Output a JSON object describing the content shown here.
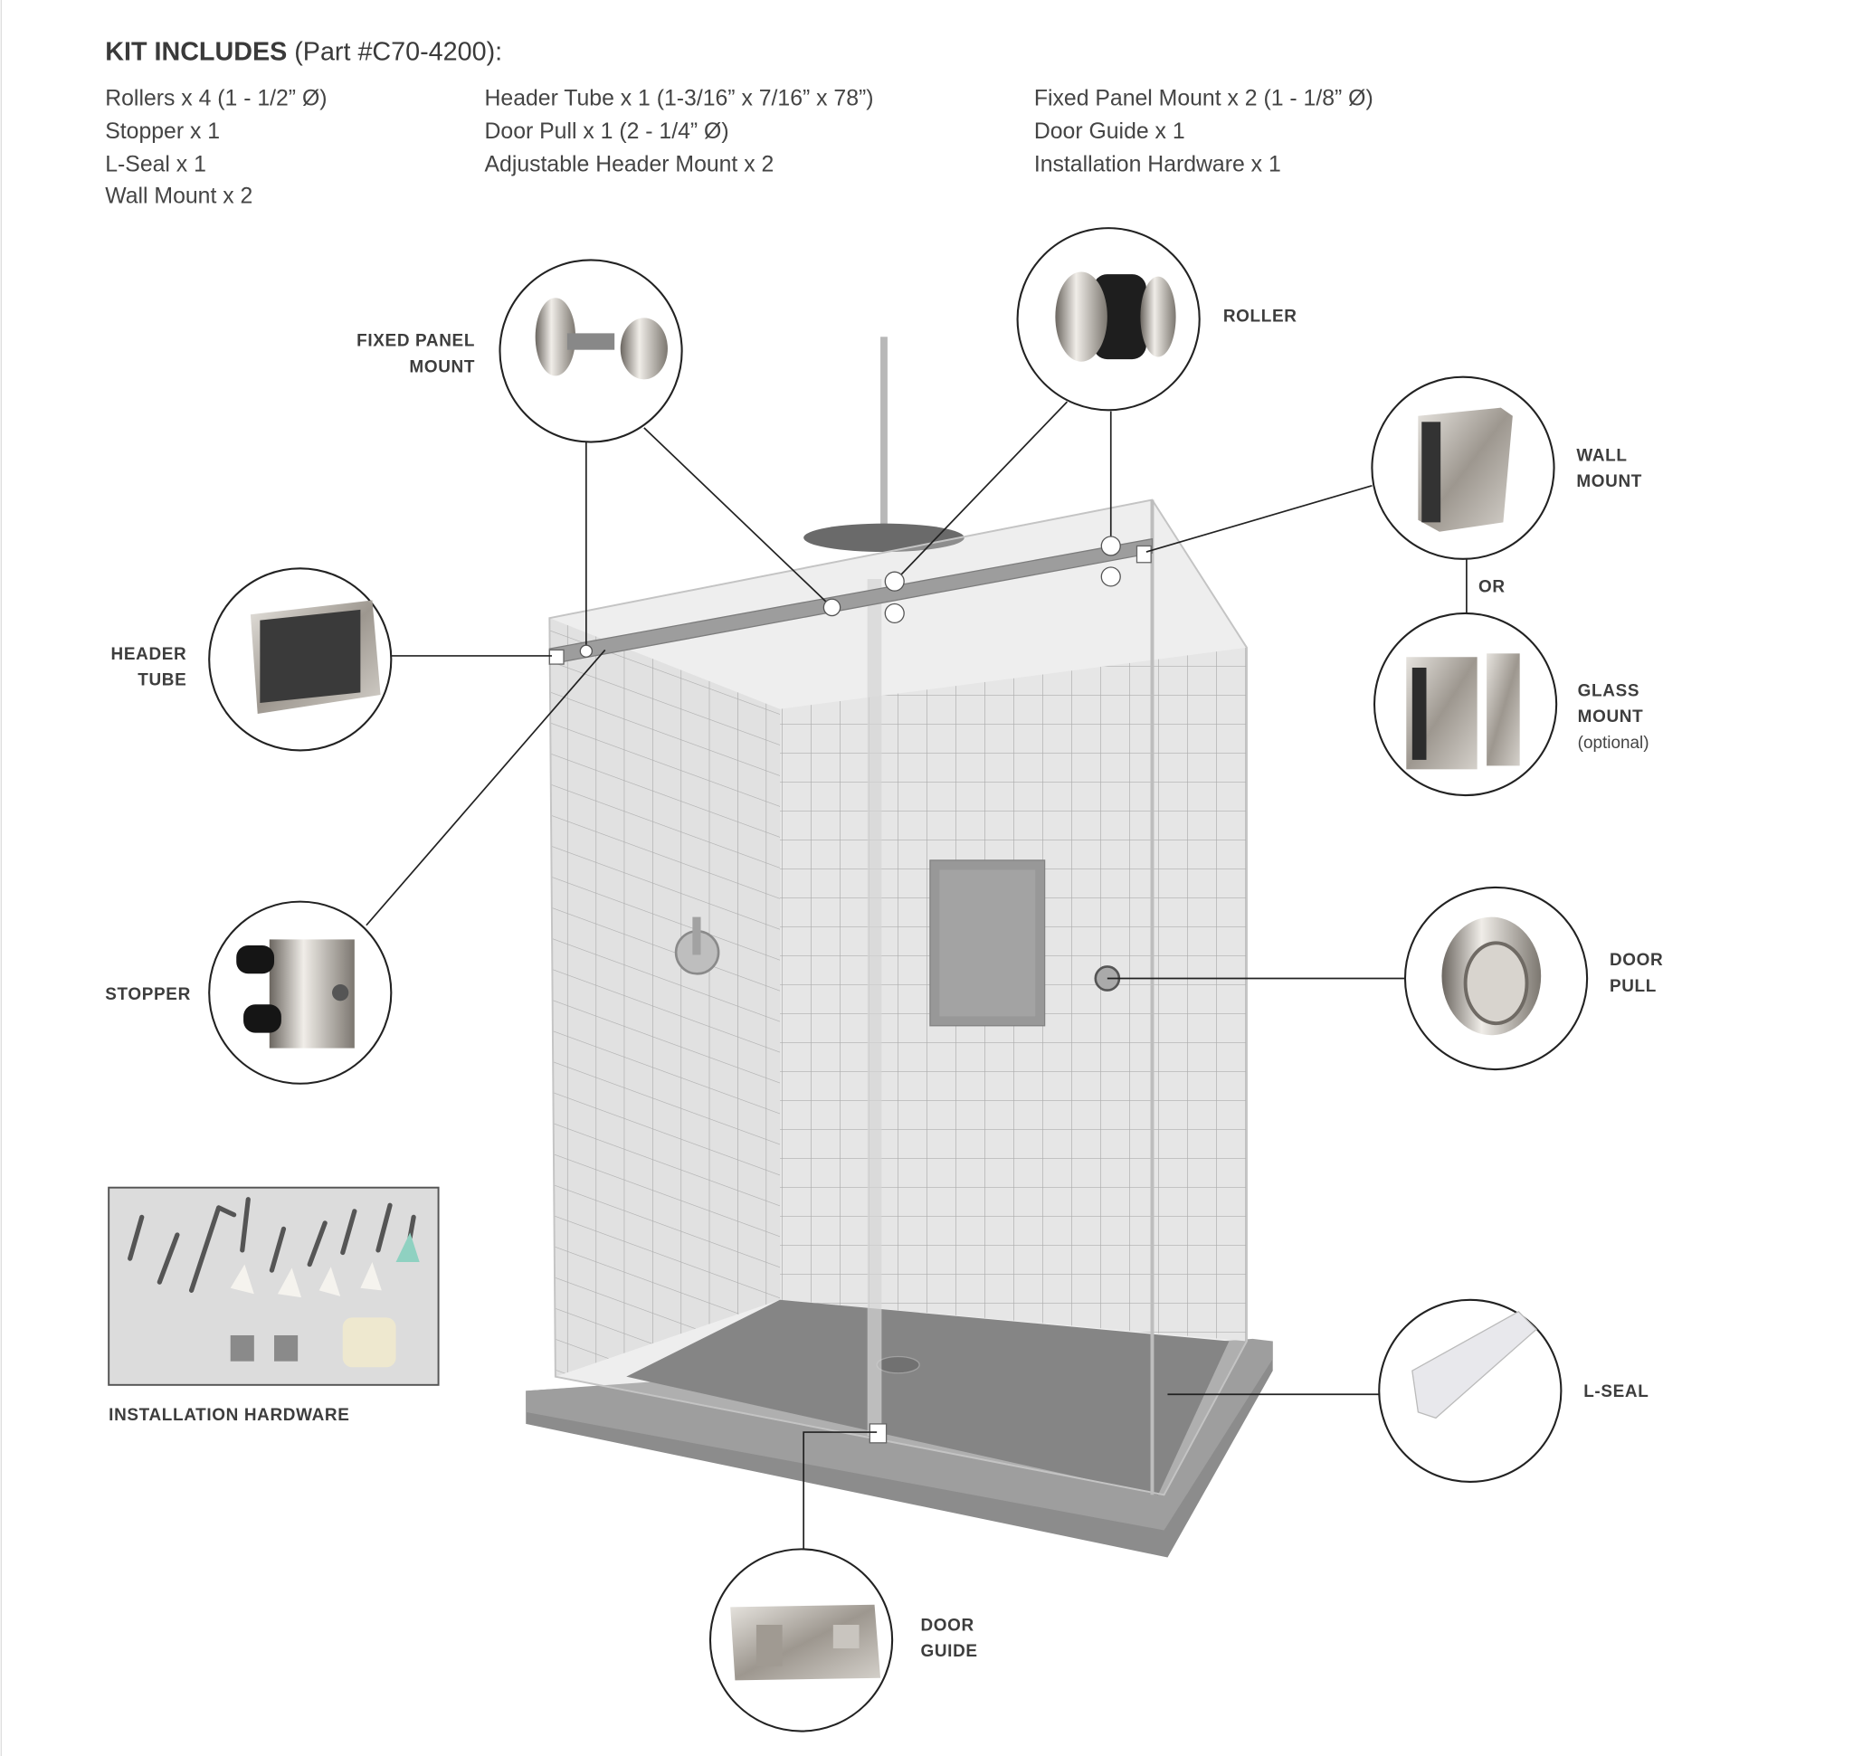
{
  "kit": {
    "title": "KIT INCLUDES",
    "part": " (Part #C70-4200):",
    "columns": [
      [
        "Rollers x 4 (1 - 1/2” Ø)",
        "Stopper x 1",
        "L-Seal x 1",
        "Wall Mount x 2"
      ],
      [
        "Header Tube x 1 (1-3/16” x 7/16” x 78”)",
        "Door Pull x 1 (2 - 1/4” Ø)",
        "Adjustable Header Mount x 2"
      ],
      [
        "Fixed Panel Mount x 2 (1 - 1/8” Ø)",
        "Door Guide x 1",
        "Installation Hardware x 1"
      ]
    ]
  },
  "callouts": {
    "fixed_panel_mount": [
      "FIXED PANEL",
      "MOUNT"
    ],
    "roller": [
      "ROLLER"
    ],
    "wall_mount": [
      "WALL",
      "MOUNT"
    ],
    "or": "OR",
    "glass_mount": [
      "GLASS",
      "MOUNT",
      "(optional)"
    ],
    "header_tube": [
      "HEADER",
      "TUBE"
    ],
    "stopper": [
      "STOPPER"
    ],
    "door_pull": [
      "DOOR",
      "PULL"
    ],
    "l_seal": [
      "L-SEAL"
    ],
    "door_guide": [
      "DOOR",
      "GUIDE"
    ],
    "installation_hardware": [
      "INSTALLATION HARDWARE"
    ]
  },
  "colors": {
    "tile": "#f2f2f2",
    "grout": "#9a9a9a",
    "floor": "#5e5e5e",
    "base": "#8a8a8a",
    "metal": "#b9b4ac"
  }
}
